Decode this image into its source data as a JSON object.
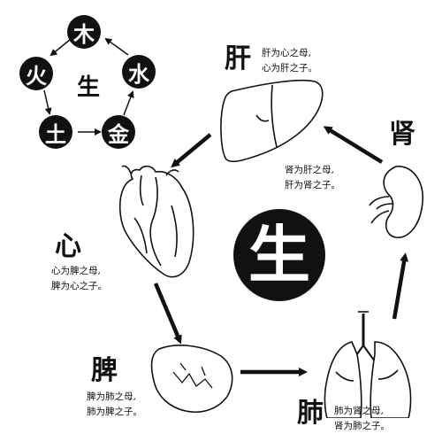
{
  "wuxing": {
    "center": "生",
    "wood": "木",
    "water": "水",
    "metal": "金",
    "earth": "土",
    "fire": "火"
  },
  "center_label": "生",
  "organs": {
    "liver": {
      "name": "肝",
      "line1": "肝为心之母,",
      "line2": "心为肝之子。"
    },
    "kidney": {
      "name": "肾",
      "line1": "肾为肝之母,",
      "line2": "肝为肾之子。"
    },
    "heart": {
      "name": "心",
      "line1": "心为脾之母,",
      "line2": "脾为心之子。"
    },
    "spleen": {
      "name": "脾",
      "line1": "脾为肺之母,",
      "line2": "肺为脾之子。"
    },
    "lung": {
      "name": "肺",
      "line1": "肺为肾之母,",
      "line2": "肾为肺之子。"
    }
  }
}
